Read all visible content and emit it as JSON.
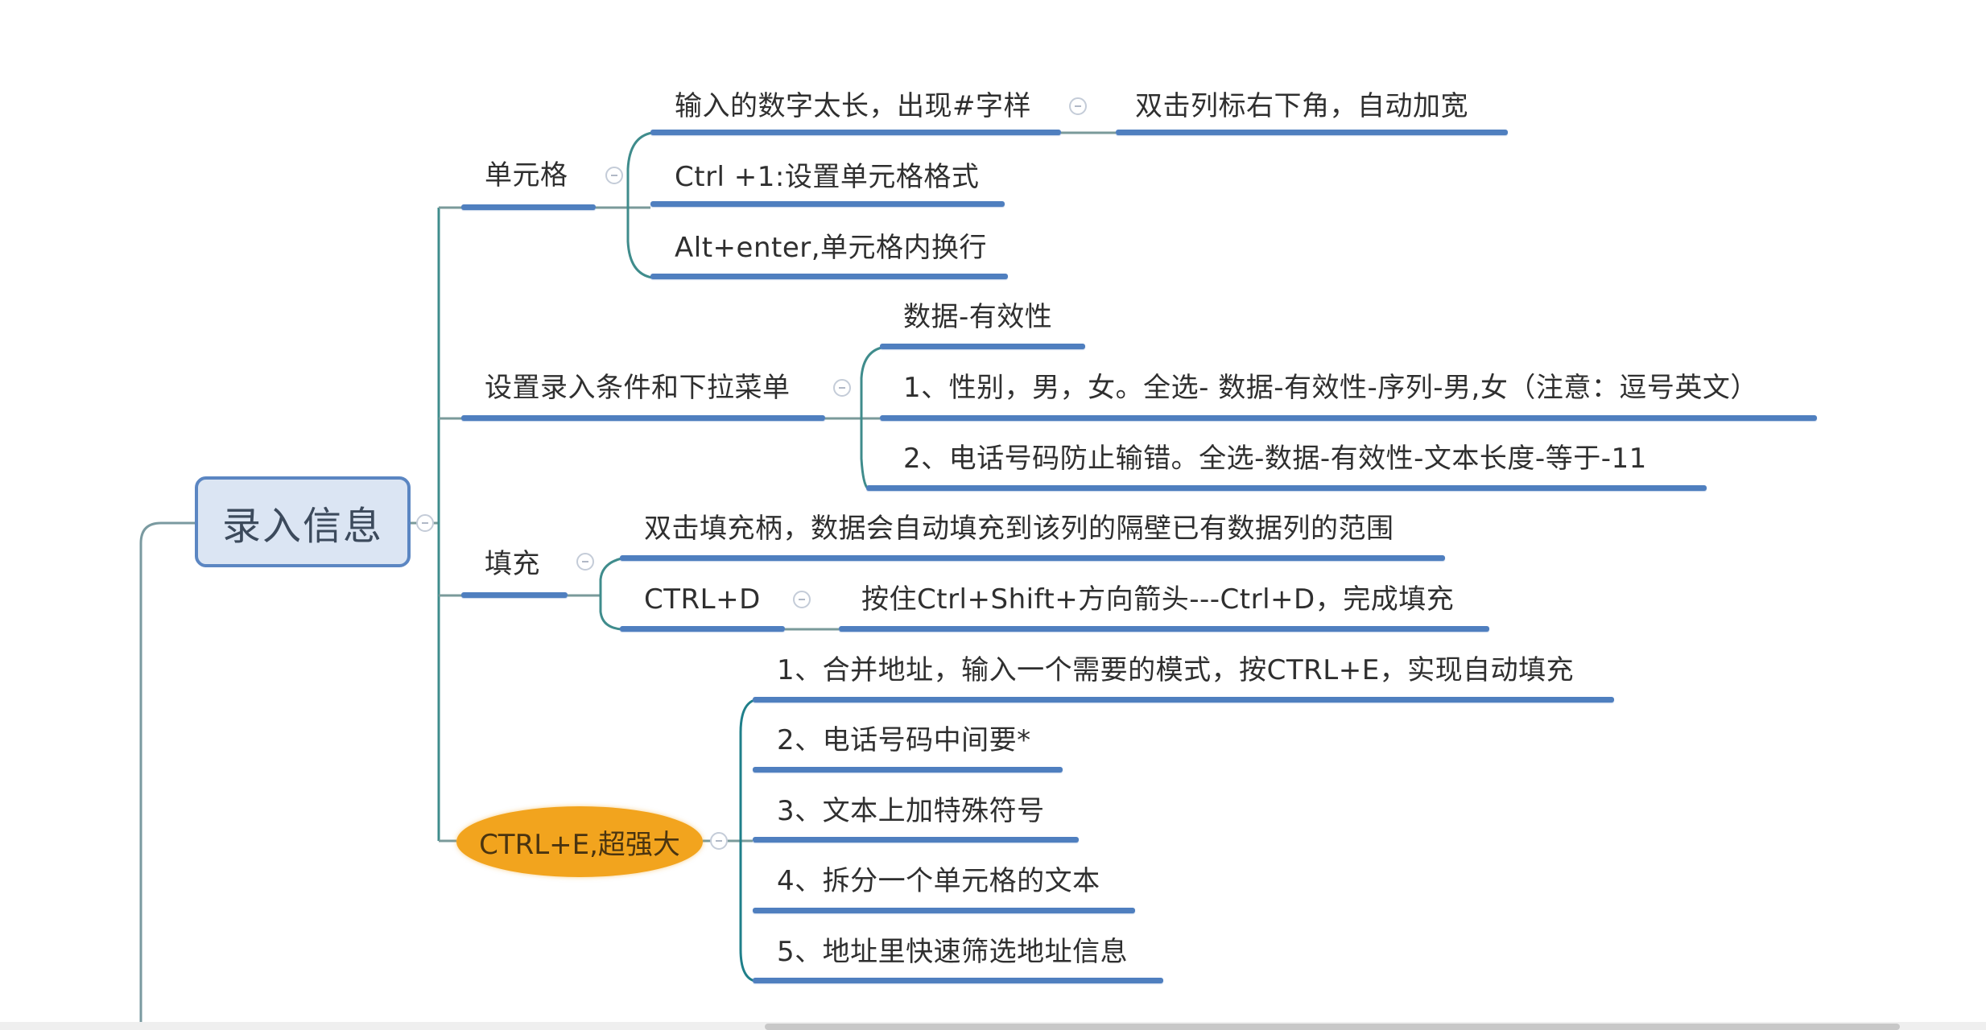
{
  "mindmap": {
    "root": {
      "label": "录入信息"
    },
    "branches": [
      {
        "label": "单元格",
        "children": [
          {
            "label": "输入的数字太长，出现#字样",
            "child": {
              "label": "双击列标右下角，自动加宽"
            }
          },
          {
            "label": "Ctrl +1:设置单元格格式"
          },
          {
            "label": "Alt+enter,单元格内换行"
          }
        ]
      },
      {
        "label": "设置录入条件和下拉菜单",
        "children": [
          {
            "label": "数据-有效性"
          },
          {
            "label": "1、性别，男，女。全选- 数据-有效性-序列-男,女（注意：逗号英文）"
          },
          {
            "label": "2、电话号码防止输错。全选-数据-有效性-文本长度-等于-11"
          }
        ]
      },
      {
        "label": "填充",
        "children": [
          {
            "label": "双击填充柄，数据会自动填充到该列的隔壁已有数据列的范围"
          },
          {
            "label": "CTRL+D",
            "child": {
              "label": "按住Ctrl+Shift+方向箭头---Ctrl+D，完成填充"
            }
          }
        ]
      },
      {
        "label": "CTRL+E,超强大",
        "children": [
          {
            "label": "1、合并地址，输入一个需要的模式，按CTRL+E，实现自动填充"
          },
          {
            "label": "2、电话号码中间要*"
          },
          {
            "label": "3、文本上加特殊符号"
          },
          {
            "label": "4、拆分一个单元格的文本"
          },
          {
            "label": "5、地址里快速筛选地址信息"
          }
        ]
      }
    ]
  },
  "colors": {
    "underline": "#4f7fbf",
    "connector": "#3f8c8c",
    "root_fill": "#dbe5f3",
    "root_border": "#5b86c2",
    "highlight_node": "#f2a41e"
  }
}
